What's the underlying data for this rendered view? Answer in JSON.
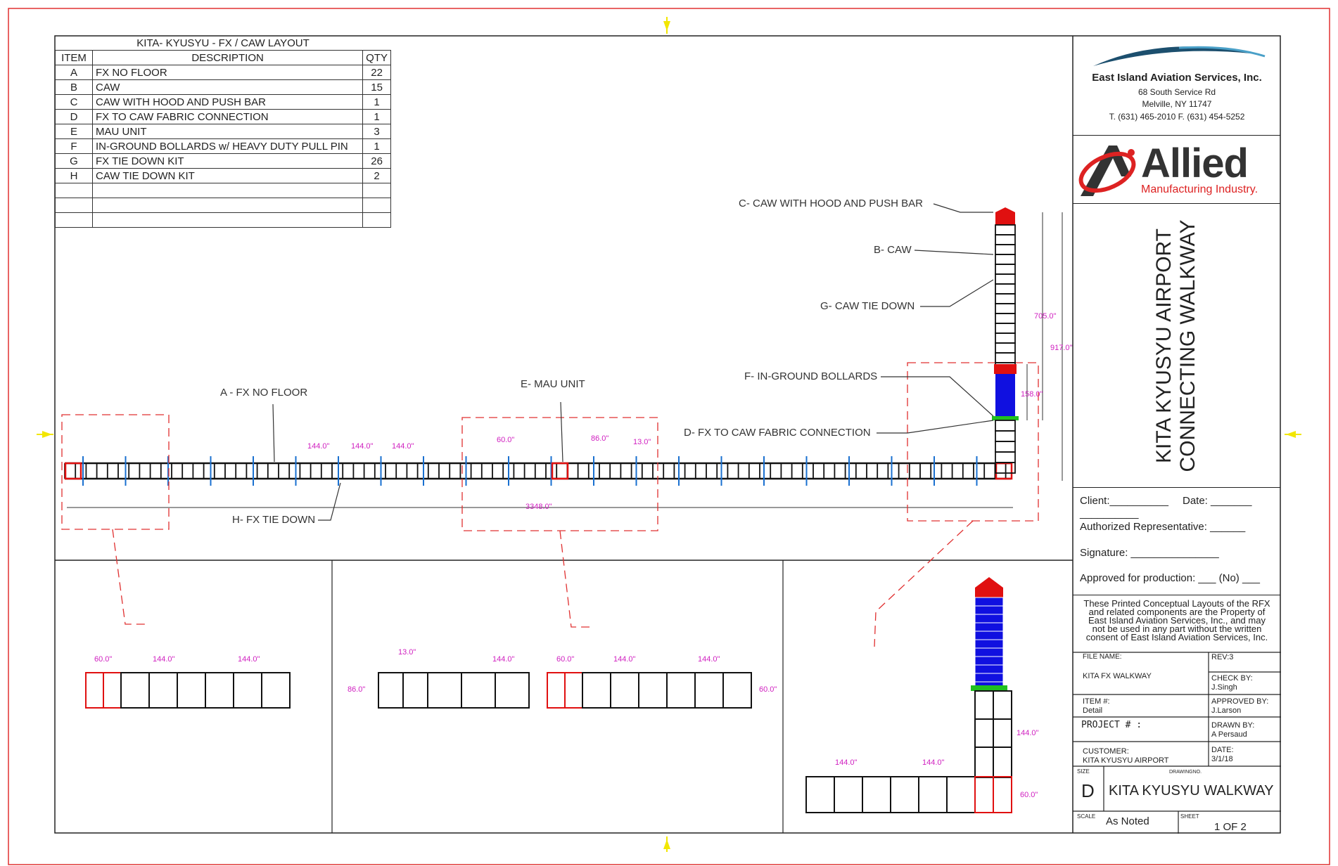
{
  "bom": {
    "title": "KITA- KYUSYU - FX / CAW  LAYOUT",
    "headers": {
      "item": "ITEM",
      "description": "DESCRIPTION",
      "qty": "QTY"
    },
    "rows": [
      {
        "item": "A",
        "description": "FX NO FLOOR",
        "qty": "22"
      },
      {
        "item": "B",
        "description": "CAW",
        "qty": "15"
      },
      {
        "item": "C",
        "description": "CAW   WITH HOOD AND PUSH BAR",
        "qty": "1"
      },
      {
        "item": "D",
        "description": "FX TO CAW FABRIC CONNECTION",
        "qty": "1"
      },
      {
        "item": "E",
        "description": "MAU UNIT",
        "qty": "3"
      },
      {
        "item": "F",
        "description": "IN-GROUND BOLLARDS w/ HEAVY DUTY PULL PIN",
        "qty": "1"
      },
      {
        "item": "G",
        "description": "FX TIE DOWN KIT",
        "qty": "26"
      },
      {
        "item": "H",
        "description": "CAW TIE DOWN KIT",
        "qty": "2"
      }
    ]
  },
  "callouts": {
    "a": "A -  FX NO FLOOR",
    "b": "B- CAW",
    "c": "C- CAW   WITH HOOD AND PUSH BAR",
    "d": "D- FX TO CAW FABRIC CONNECTION",
    "e": "E- MAU UNIT",
    "f": "F- IN-GROUND BOLLARDS",
    "g": "G- CAW TIE DOWN",
    "h": "H- FX TIE DOWN"
  },
  "dimensions": {
    "overall": "3348.0\"",
    "span": "144.0\"",
    "fx_to_mau": "60.0\"",
    "mau_width": "86.0\"",
    "mau_offset": "13.0\"",
    "caw_height": "705.0\"",
    "total_height": "917.0\"",
    "bollard": "158.0\"",
    "detail_60": "60.0\"",
    "detail_86": "86.0\""
  },
  "company": {
    "name": "East Island Aviation Services, Inc.",
    "address1": "68 South Service Rd",
    "address2": "Melville, NY  11747",
    "phone": "T. (631) 465-2010 F. (631) 454-5252"
  },
  "logo": {
    "main": "Allied",
    "sub": "Manufacturing Industry."
  },
  "project_title": {
    "line1": "KITA KYUSYU AIRPORT",
    "line2": "CONNECTING WALKWAY"
  },
  "approval": {
    "client": "Client:__________",
    "date": "Date: _______",
    "blank": "__________",
    "rep": "Authorized Representative: ______",
    "signature": "Signature: _______________",
    "approved": "Approved for production: ___ (No) ___"
  },
  "notice": "These Printed Conceptual Layouts of the RFX and related components are the Property of East Island Aviation Services, Inc., and may not be used in any part without the written consent of East Island Aviation Services, Inc.",
  "titleblock": {
    "file_name_label": "FILE NAME:",
    "file_name": "KITA FX WALKWAY",
    "rev": "REV:3",
    "check_label": "CHECK BY:",
    "check": "J.Singh",
    "item_label": "ITEM #:",
    "item": "Detail",
    "approved_label": "APPROVED BY:",
    "approved": "J.Larson",
    "project_label": "PROJECT  # :",
    "drawn_label": "DRAWN BY:",
    "drawn": "A Persaud",
    "customer_label": "CUSTOMER:",
    "customer": "KITA KYUSYU AIRPORT",
    "date_label": "DATE:",
    "date": "3/1/18",
    "size_label": "SIZE",
    "size": "D",
    "drawing_no_label": "DRAWINGNO.",
    "drawing_no": "KITA KYUSYU WALKWAY",
    "scale_label": "SCALE",
    "scale": "As Noted",
    "sheet_label": "SHEET",
    "sheet": "1  OF  2"
  },
  "colors": {
    "frame": "#e03030",
    "dim": "#d020c0",
    "caw_blue": "#1010e0",
    "hood_red": "#e01010",
    "connect_green": "#20c020",
    "tie_blue": "#1a70d0",
    "marker_yellow": "#f2e600"
  }
}
